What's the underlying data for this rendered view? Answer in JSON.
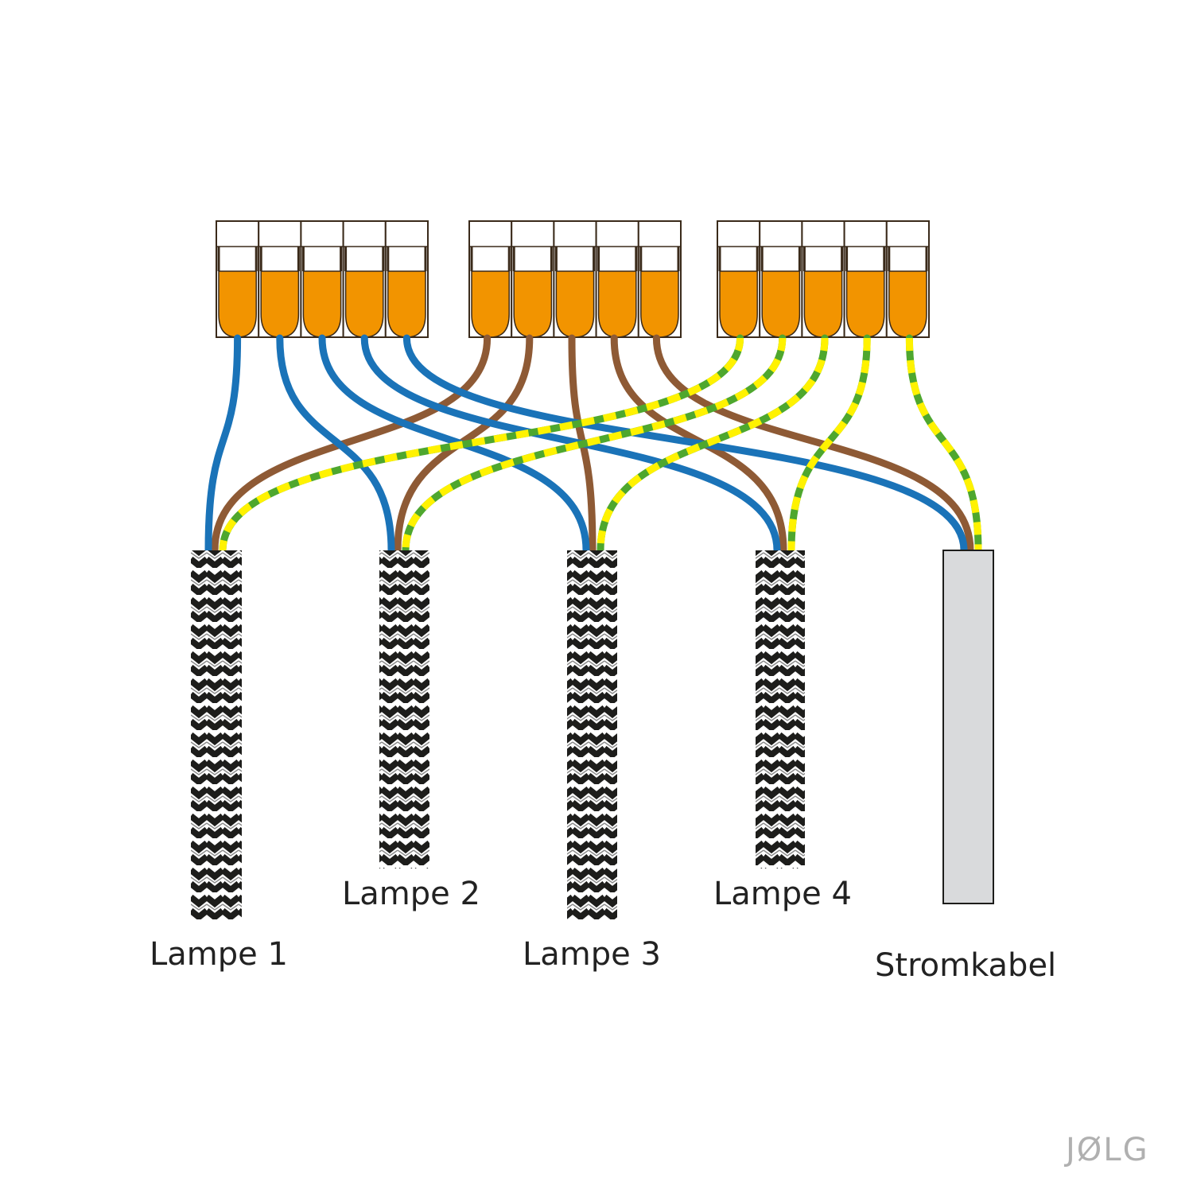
{
  "labels": {
    "lamp1": "Lampe 1",
    "lamp2": "Lampe 2",
    "lamp3": "Lampe 3",
    "lamp4": "Lampe 4",
    "power": "Stromkabel"
  },
  "logo": "JØLG",
  "colors": {
    "blue_wire": "#1a73b8",
    "brown_wire": "#8e5a35",
    "earth_green": "#4ea72e",
    "earth_yellow": "#fff200",
    "connector_orange": "#f29400",
    "connector_outline": "#3a2a1a",
    "braid_black": "#1d1d1b",
    "braid_white": "#ffffff",
    "power_cable_grey": "#d9dadc"
  },
  "connectors": [
    {
      "name": "connector-blocks-neutral",
      "ports": 5
    },
    {
      "name": "connector-blocks-live",
      "ports": 5
    },
    {
      "name": "connector-blocks-earth",
      "ports": 5
    }
  ]
}
